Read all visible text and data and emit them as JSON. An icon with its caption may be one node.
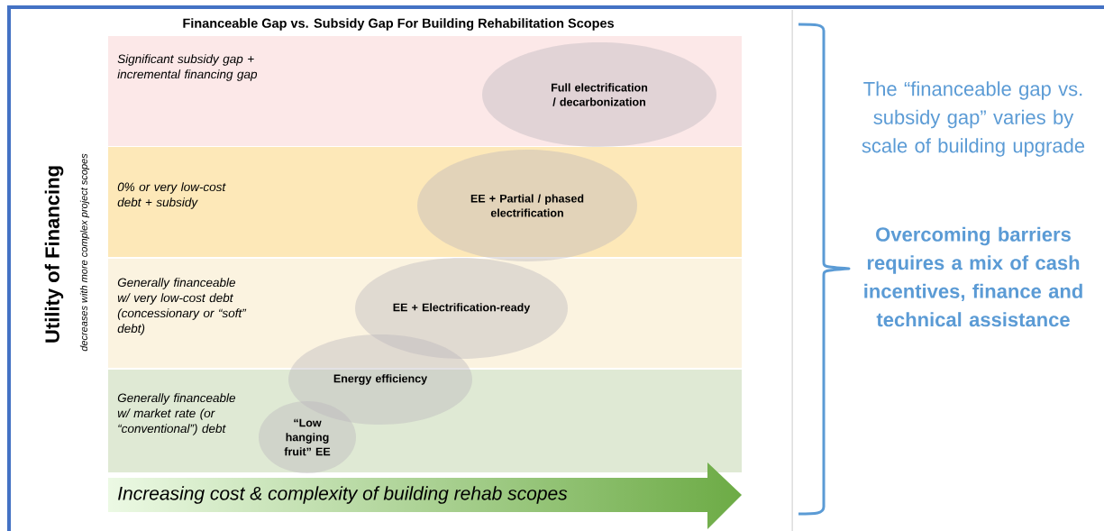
{
  "diagram": {
    "title": "Financeable Gap vs. Subsidy Gap For Building Rehabilitation Scopes",
    "nodes": [
      {
        "text": [
          "Significant subsidy gap + incremental financing gap"
        ]
      },
      {
        "text": [
          "0% or very low-cost debt + subsidy"
        ]
      },
      {
        "text": [
          "Generally financeable w/ very low-cost debt (concessionary or “soft” debt)"
        ]
      },
      {
        "text": [
          "Generally financeable w/ market rate (or “conventional”) debt"
        ]
      },
      {
        "text": [
          "Full electrification / decarbonization"
        ],
        "in": 0
      },
      {
        "text": [
          "EE + Partial / phased electrification"
        ],
        "in": 1
      },
      {
        "text": [
          "EE + Electrification-ready"
        ],
        "in": 2
      },
      {
        "text": [
          "Energy efficiency"
        ]
      },
      {
        "text": [
          "“Low hanging fruit” EE"
        ],
        "in": 3
      },
      {
        "text": [
          "Increasing cost & complexity of building rehab scopes"
        ]
      }
    ],
    "labels": [
      "Utility of Financing",
      "decreases with  more complex project scopes",
      "The “financeable gap vs. subsidy gap” varies by scale of building upgrade",
      "Overcoming barriers requires a mix of cash incentives, finance and technical assistance"
    ]
  }
}
